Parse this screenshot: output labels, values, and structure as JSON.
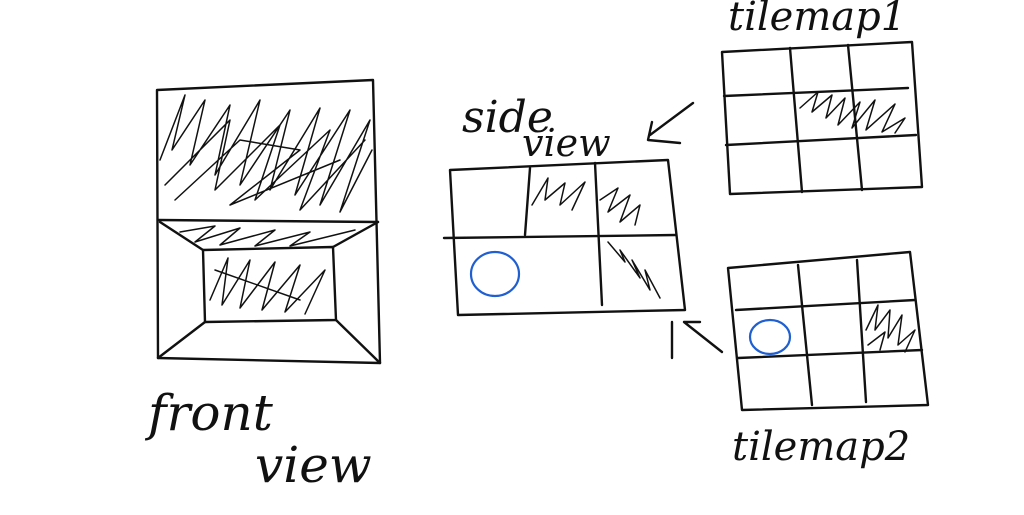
{
  "labels": {
    "front_line1": "front",
    "front_line2": "view",
    "side_line1": "side",
    "side_line2": "view",
    "tilemap1": "tilemap1",
    "tilemap2": "tilemap2"
  },
  "colors": {
    "ink": "#111111",
    "circle": "#1f5fd1",
    "background": "#ffffff"
  }
}
